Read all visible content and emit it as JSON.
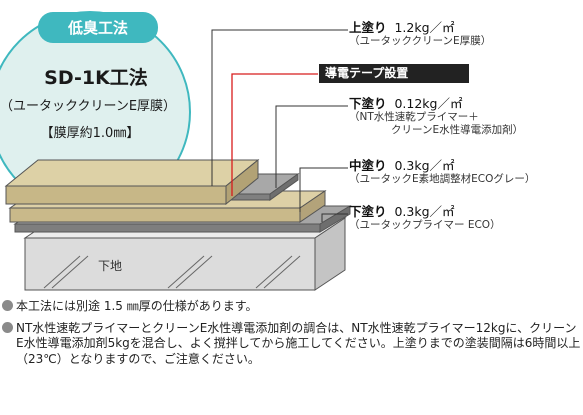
{
  "badge": {
    "title": "低臭工法"
  },
  "method": {
    "name": "SD-1K工法",
    "product": "（ユータッククリーンE厚膜）",
    "thickness": "【膜厚約1.0㎜】"
  },
  "layers": [
    {
      "name": "上塗り",
      "amount": "1.2kg／㎡",
      "desc": "（ユータッククリーンE厚膜）"
    },
    {
      "name": "下塗り",
      "amount": "0.12kg／㎡",
      "desc": "（NT水性速乾プライマー＋",
      "desc2": "クリーンE水性導電添加剤）"
    },
    {
      "name": "中塗り",
      "amount": "0.3kg／㎡",
      "desc": "（ユータックE素地調整材ECOグレー）"
    },
    {
      "name": "下塗り",
      "amount": "0.3kg／㎡",
      "desc": "（ユータックプライマー ECO）"
    }
  ],
  "conductive_tape": "導電テープ設置",
  "substrate_label": "下地",
  "notes": [
    "本工法には別途 1.5 ㎜厚の仕様があります。",
    "NT水性速乾プライマーとクリーンE水性導電添加剤の調合は、NT水性速乾プライマー12kgに、クリーンE水性導電添加剤5kgを混合し、よく撹拌してから施工してください。上塗りまでの塗装間隔は6時間以上（23℃）となりますので、ご注意ください。"
  ],
  "colors": {
    "badge_fill": "#3fb8bf",
    "circle_fill": "#dff0ee",
    "circle_stroke": "#3fb8bf",
    "top_coat": "#cdbd8c",
    "conductive_tape_line": "#d81c1c",
    "primer": "#8e8e8e",
    "substrate": "#dcdcdc"
  }
}
